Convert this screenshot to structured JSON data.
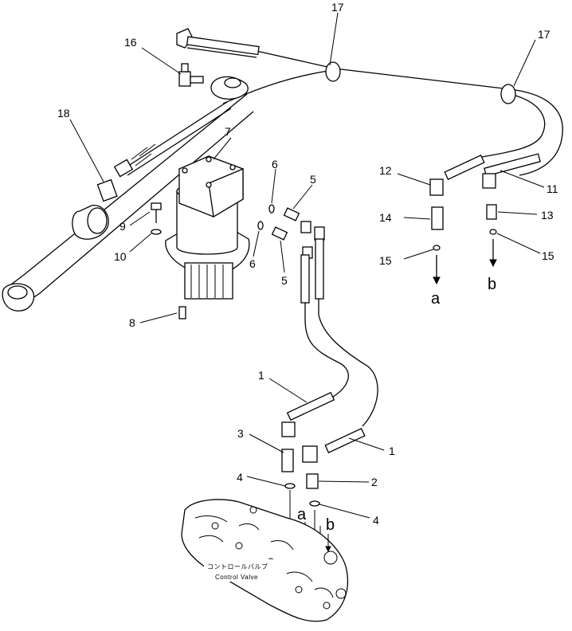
{
  "callouts": {
    "c1a": "1",
    "c1b": "1",
    "c2": "2",
    "c3": "3",
    "c4a": "4",
    "c4b": "4",
    "c5a": "5",
    "c5b": "5",
    "c6a": "6",
    "c6b": "6",
    "c7": "7",
    "c8": "8",
    "c9": "9",
    "c10": "10",
    "c11": "11",
    "c12": "12",
    "c13": "13",
    "c14": "14",
    "c15a": "15",
    "c15b": "15",
    "c16": "16",
    "c17a": "17",
    "c17b": "17",
    "c18": "18"
  },
  "port_labels": {
    "a_top": "a",
    "b_top": "b",
    "a_valve": "a",
    "b_valve": "b"
  },
  "control_valve": {
    "label_jp": "コントロールバルブ",
    "label_en": "Control Valve"
  }
}
